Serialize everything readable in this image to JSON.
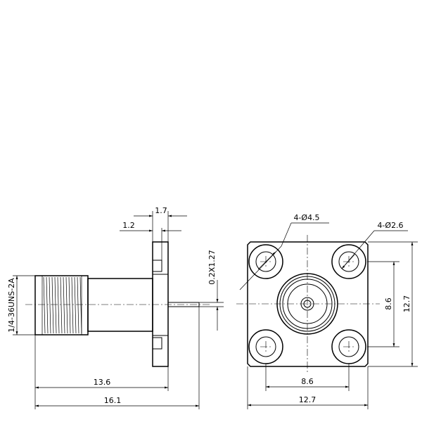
{
  "side_view": {
    "thread_label": "1/4-36UNS-2A",
    "dim_flange_width": "1.7",
    "dim_flange_offset": "1.2",
    "dim_pin": "0.2X1.27",
    "dim_body_length": "13.6",
    "dim_overall_length": "16.1"
  },
  "front_view": {
    "dim_outer_holes": "4-Ø4.5",
    "dim_inner_holes": "4-Ø2.6",
    "dim_hole_spacing_v": "8.6",
    "dim_flange_height": "12.7",
    "dim_hole_spacing_h": "8.6",
    "dim_flange_width": "12.7"
  }
}
